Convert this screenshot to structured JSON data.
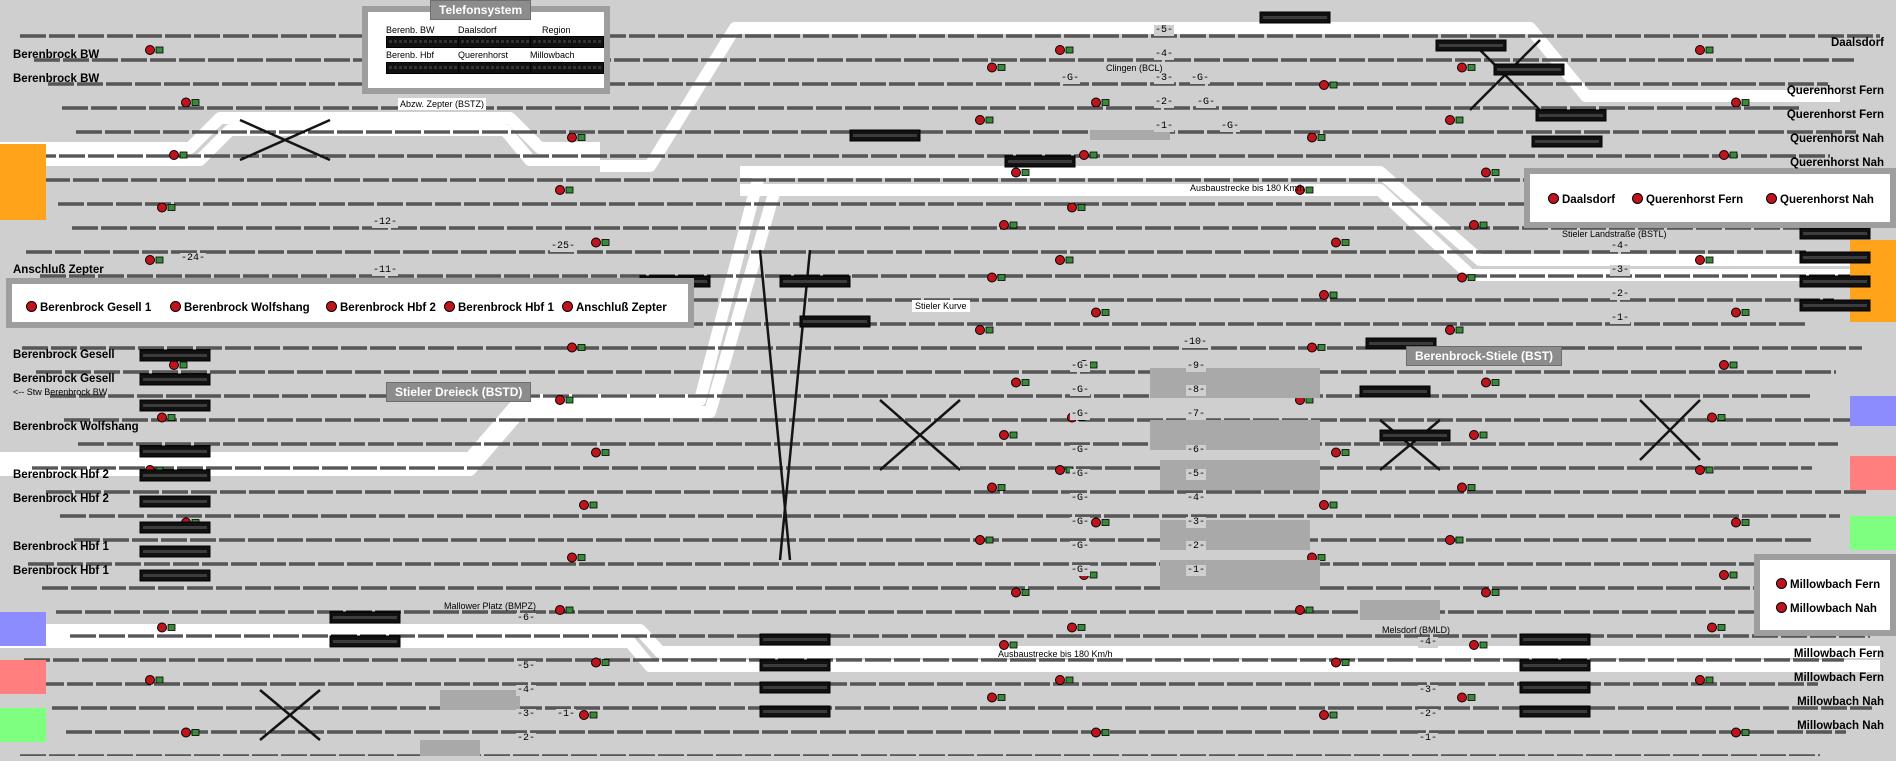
{
  "telefon": {
    "title": "Telefonsystem",
    "entries": [
      "Berenb. BW",
      "Daalsdorf",
      "Region",
      "Berenb. Hbf",
      "Querenhorst",
      "Millowbach"
    ]
  },
  "legend_west": [
    "Berenbrock Gesell 1",
    "Berenbrock Wolfshang",
    "Berenbrock Hbf 2",
    "Berenbrock Hbf 1",
    "Anschluß Zepter"
  ],
  "legend_ne": [
    "Daalsdorf",
    "Querenhorst Fern",
    "Querenhorst Nah"
  ],
  "legend_se": [
    "Millowbach Fern",
    "Millowbach Nah"
  ],
  "station_headers": {
    "stieler_dreieck": "Stieler Dreieck (BSTD)",
    "stiele": "Berenbrock-Stiele (BST)"
  },
  "area_labels": {
    "zepter": "Abzw. Zepter (BSTZ)",
    "clingen": "Clingen (BCL)",
    "ausbau_top": "Ausbaustrecke bis 180 Km/h",
    "stieler_landstrasse": "Stieler Landstraße (BSTL)",
    "stieler_kurve": "Stieler Kurve",
    "mallower": "Mallower Platz (BMPZ)",
    "ausbau_bottom": "Ausbaustrecke bis 180 Km/h",
    "melsdorf": "Melsdorf (BMLD)"
  },
  "west_labels": {
    "bw1": "Berenbrock BW",
    "bw2": "Berenbrock BW",
    "zepter": "Anschluß Zepter",
    "gesell1": "Berenbrock Gesell",
    "gesell2": "Berenbrock Gesell",
    "stw_note": "<-- Stw Berenbrock BW",
    "wolfshang": "Berenbrock Wolfshang",
    "hbf2a": "Berenbrock Hbf 2",
    "hbf2b": "Berenbrock Hbf 2",
    "hbf1a": "Berenbrock Hbf 1",
    "hbf1b": "Berenbrock Hbf 1"
  },
  "east_labels": {
    "daalsdorf": "Daalsdorf",
    "qf": "Querenhorst Fern",
    "qf2": "Querenhorst Fern",
    "qn": "Querenhorst Nah",
    "qn2": "Querenhorst Nah",
    "mf": "Millowbach Fern",
    "mf2": "Millowbach Fern",
    "mn": "Millowbach Nah",
    "mn2": "Millowbach Nah"
  },
  "track_numbers": {
    "clingen": [
      "-5-",
      "-4-",
      "-3-",
      "-G-",
      "-G-",
      "-2-",
      "-G-",
      "-1-",
      "-G-"
    ],
    "stiele": [
      "-10-",
      "-9-",
      "-G-",
      "-8-",
      "-G-",
      "-7-",
      "-G-",
      "-6-",
      "-G-",
      "-5-",
      "-G-",
      "-4-",
      "-G-",
      "-3-",
      "-G-",
      "-2-",
      "-G-",
      "-1-",
      "-G-"
    ],
    "landstrasse": [
      "-4-",
      "-3-",
      "-2-",
      "-1-"
    ],
    "zepter": [
      "-24-",
      "-12-",
      "-11-",
      "-25-"
    ],
    "mallower": [
      "-6-",
      "-5-",
      "-4-",
      "-3-",
      "-2-",
      "-1-"
    ],
    "melsdorf": [
      "-4-",
      "-3-",
      "-2-",
      "-1-"
    ]
  },
  "colors": {
    "background": "#cfcfcf",
    "route_white": "#ffffff",
    "track": "#141414",
    "signal_red": "#c0141c",
    "portal_orange": "#ffa31a",
    "portal_blue": "#8c8cff",
    "portal_red": "#ff7f7f",
    "portal_green": "#7fff7f"
  }
}
